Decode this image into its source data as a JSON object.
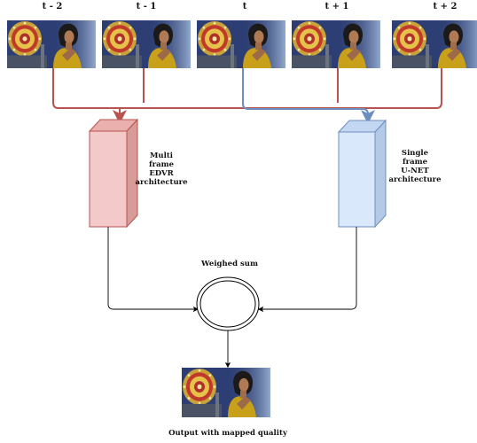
{
  "frames": [
    {
      "label": "t - 2"
    },
    {
      "label": "t - 1"
    },
    {
      "label": "t"
    },
    {
      "label": "t + 1"
    },
    {
      "label": "t + 2"
    }
  ],
  "multi_frame": {
    "lines": [
      "Multi",
      "frame",
      "EDVR",
      "architecture"
    ],
    "color": "#f4c9c9",
    "stroke": "#b85450"
  },
  "single_frame": {
    "lines": [
      "Single",
      "frame",
      "U-NET",
      "architecture"
    ],
    "color": "#dae8fc",
    "stroke": "#6c8ebf"
  },
  "weighted_sum": {
    "label": "Weighed sum"
  },
  "output": {
    "label": "Output with mapped quality"
  },
  "colors": {
    "red_path": "#b85450",
    "blue_path": "#6c8ebf",
    "line": "#000000"
  }
}
